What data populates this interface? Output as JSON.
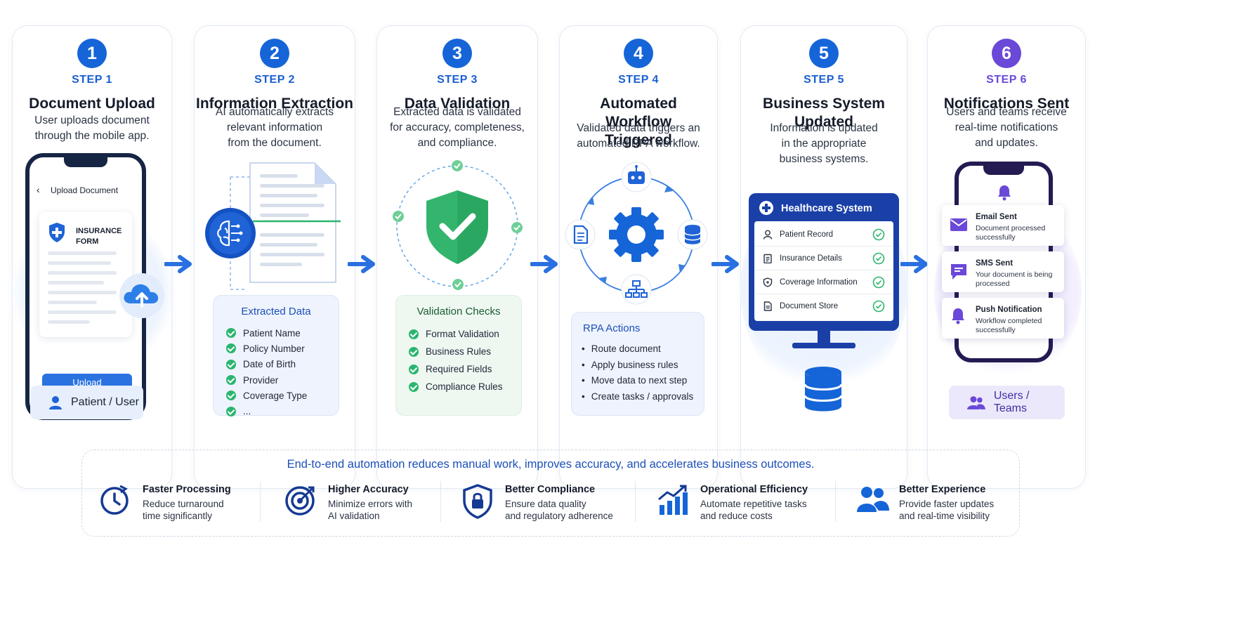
{
  "steps": [
    {
      "number": "1",
      "label": "STEP 1",
      "title": "Document Upload",
      "desc": [
        "User uploads document",
        "through the mobile app."
      ]
    },
    {
      "number": "2",
      "label": "STEP 2",
      "title": "Information Extraction",
      "desc": [
        "AI automatically extracts",
        "relevant information",
        "from the document."
      ]
    },
    {
      "number": "3",
      "label": "STEP 3",
      "title": "Data Validation",
      "desc": [
        "Extracted data is validated",
        "for accuracy, completeness,",
        "and compliance."
      ]
    },
    {
      "number": "4",
      "label": "STEP 4",
      "title": [
        "Automated Workflow",
        "Triggered"
      ],
      "desc": [
        "Validated data triggers an",
        "automated RPA workflow."
      ]
    },
    {
      "number": "5",
      "label": "STEP 5",
      "title": [
        "Business System",
        "Updated"
      ],
      "desc": [
        "Information is updated",
        "in the appropriate",
        "business systems."
      ]
    },
    {
      "number": "6",
      "label": "STEP 6",
      "title": "Notifications Sent",
      "desc": [
        "Users and teams receive",
        "real-time notifications",
        "and updates."
      ]
    }
  ],
  "upload": {
    "screen_title": "Upload Document",
    "form_title": [
      "INSURANCE",
      "FORM"
    ],
    "button": "Upload",
    "role": "Patient / User"
  },
  "extracted": {
    "title": "Extracted Data",
    "items": [
      "Patient Name",
      "Policy Number",
      "Date of Birth",
      "Provider",
      "Coverage Type",
      "..."
    ]
  },
  "validation": {
    "title": "Validation Checks",
    "items": [
      "Format Validation",
      "Business Rules",
      "Required Fields",
      "Compliance Rules"
    ]
  },
  "rpa": {
    "title": "RPA Actions",
    "items": [
      "Route document",
      "Apply business rules",
      "Move data to next step",
      "Create tasks / approvals"
    ]
  },
  "system": {
    "title": "Healthcare System",
    "rows": [
      "Patient Record",
      "Insurance Details",
      "Coverage Information",
      "Document Store"
    ]
  },
  "notifications": [
    {
      "title": "Email Sent",
      "body": "Document processed successfully"
    },
    {
      "title": "SMS Sent",
      "body": "Your document is being processed"
    },
    {
      "title": "Push Notification",
      "body": "Workflow completed successfully"
    }
  ],
  "teams_role": "Users / Teams",
  "bottom": {
    "headline": "End-to-end automation reduces manual work, improves accuracy, and accelerates business outcomes.",
    "benefits": [
      {
        "title": "Faster Processing",
        "desc": [
          "Reduce turnaround",
          "time significantly"
        ]
      },
      {
        "title": "Higher Accuracy",
        "desc": [
          "Minimize errors with",
          "AI validation"
        ]
      },
      {
        "title": "Better Compliance",
        "desc": [
          "Ensure data quality",
          "and regulatory adherence"
        ]
      },
      {
        "title": "Operational Efficiency",
        "desc": [
          "Automate repetitive tasks",
          "and reduce costs"
        ]
      },
      {
        "title": "Better Experience",
        "desc": [
          "Provide faster updates",
          "and real-time visibility"
        ]
      }
    ]
  },
  "colors": {
    "primary": "#1565d8",
    "accent_purple": "#6a48d8",
    "success": "#2bb56e",
    "navy": "#1a40a8"
  }
}
